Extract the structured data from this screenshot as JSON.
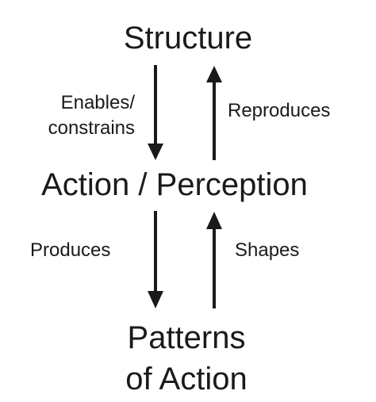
{
  "nodes": {
    "structure": "Structure",
    "action_perception": "Action / Perception",
    "patterns_line1": "Patterns",
    "patterns_line2": "of Action"
  },
  "edges": {
    "enables_line1": "Enables/",
    "enables_line2": "constrains",
    "reproduces": "Reproduces",
    "produces": "Produces",
    "shapes": "Shapes"
  },
  "colors": {
    "text": "#1a1a1a",
    "arrow": "#1a1a1a",
    "background": "#ffffff"
  }
}
